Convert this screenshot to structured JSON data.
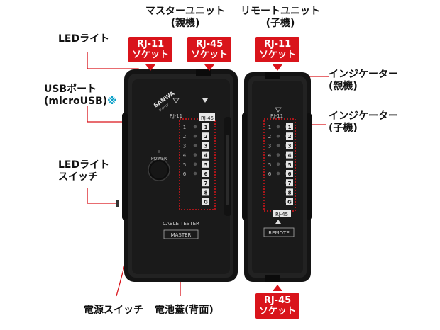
{
  "labels": {
    "led_light": "LEDライト",
    "usb_port": "USBポート",
    "usb_port_sub": "(microUSB)",
    "usb_asterisk": "※",
    "led_switch_line1": "LEDライト",
    "led_switch_line2": "スイッチ",
    "power_switch": "電源スイッチ",
    "battery_cover": "電池蓋(背面)",
    "master_unit_line1": "マスターユニット",
    "master_unit_line2": "(親機)",
    "remote_unit_line1": "リモートユニット",
    "remote_unit_line2": "(子機)",
    "indicator_master_line1": "インジケーター",
    "indicator_master_line2": "(親機)",
    "indicator_remote_line1": "インジケーター",
    "indicator_remote_line2": "(子機)"
  },
  "badges": {
    "rj11_master": [
      "RJ-11",
      "ソケット"
    ],
    "rj45_master": [
      "RJ-45",
      "ソケット"
    ],
    "rj11_remote": [
      "RJ-11",
      "ソケット"
    ],
    "rj45_remote": [
      "RJ-45",
      "ソケット"
    ]
  },
  "device": {
    "brand": "SANWA",
    "brand_sub": "SUPPLY",
    "power_label": "POWER",
    "master_rj11_label": "RJ-11",
    "master_rj45_label": "RJ-45",
    "master_caption": "CABLE TESTER",
    "master_name": "MASTER",
    "remote_rj11_label": "RJ-11",
    "remote_rj45_label": "RJ-45",
    "remote_name": "REMOTE",
    "rj11_pins": [
      "1",
      "2",
      "3",
      "4",
      "5",
      "6"
    ],
    "rj45_pins": [
      "1",
      "2",
      "3",
      "4",
      "5",
      "6",
      "7",
      "8",
      "G"
    ]
  },
  "colors": {
    "accent_red": "#d9141b",
    "body": "#1b1b1b",
    "asterisk": "#0aa0c8"
  }
}
